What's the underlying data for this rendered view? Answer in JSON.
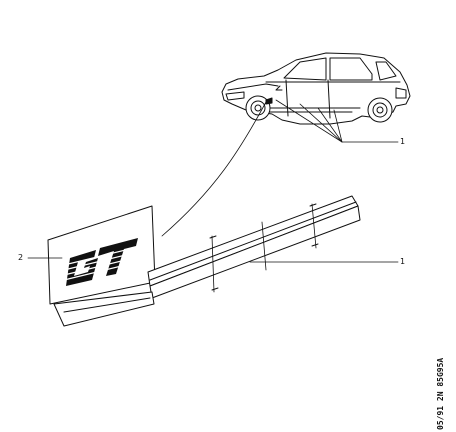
{
  "diagram": {
    "callouts": [
      {
        "id": "1",
        "label": "1"
      },
      {
        "id": "2",
        "label": "2"
      },
      {
        "id": "3",
        "label": "1"
      }
    ],
    "badge_text": "GT",
    "reference_code": "05/91 2N 85G95A"
  }
}
